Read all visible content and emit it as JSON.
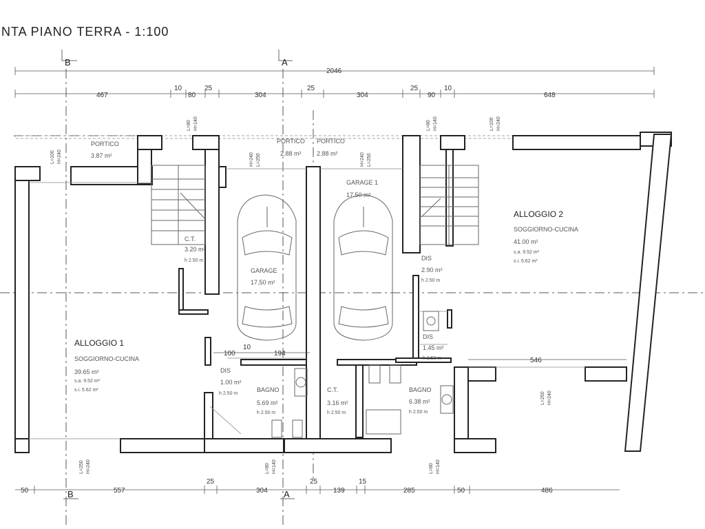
{
  "title": "NTA PIANO TERRA - 1:100",
  "sections": {
    "b": "B",
    "a": "A"
  },
  "dims_top": {
    "total": "2046",
    "d467": "467",
    "d10a": "10",
    "d80": "80",
    "d25a": "25",
    "d304a": "304",
    "d25b": "25",
    "d304b": "304",
    "d25c": "25",
    "d90": "90",
    "d10b": "10",
    "d648": "648"
  },
  "dims_bottom": {
    "d50a": "50",
    "d557": "557",
    "d25a": "25",
    "d304": "304",
    "d25b": "25",
    "d139": "139",
    "d15": "15",
    "d285": "285",
    "d50b": "50",
    "d486": "486"
  },
  "dims_inner": {
    "d100": "100",
    "d10": "10",
    "d194": "194",
    "d546": "546"
  },
  "windows": {
    "w1": [
      "L=80",
      "H=140"
    ],
    "w2": [
      "L=100",
      "H=240"
    ],
    "w3": [
      "L=250",
      "H=240"
    ],
    "w4": [
      "L=250",
      "H=240"
    ],
    "w5": [
      "L=80",
      "H=140"
    ],
    "w6": [
      "L=100",
      "H=240"
    ],
    "w7": [
      "L=250",
      "H=240"
    ],
    "w8": [
      "L=80",
      "H=140"
    ],
    "w9": [
      "L=250",
      "H=240"
    ],
    "w10": [
      "L=80",
      "H=140"
    ]
  },
  "rooms": {
    "portico1": {
      "name": "PORTICO",
      "area": "3.87 m²"
    },
    "portico2": {
      "name": "PORTICO",
      "area": "2.88 m²"
    },
    "portico3": {
      "name": "PORTICO",
      "area": "2.88 m²"
    },
    "garage1": {
      "name": "GARAGE 1",
      "area": "17,50 m²"
    },
    "garage": {
      "name": "GARAGE",
      "area": "17,50 m²"
    },
    "ct1": {
      "name": "C.T.",
      "area": "3.20 m²",
      "h": "h 2.50 m"
    },
    "alloggio1": {
      "name": "ALLOGGIO 1",
      "use": "SOGGIORNO-CUCINA",
      "area": "39.65 m²",
      "sa": "s.a. 9.52 m²",
      "si": "s.i. 5.62 m²"
    },
    "dis1": {
      "name": "DIS",
      "area": "1.00 m²",
      "h": "h 2.50 m"
    },
    "bagno1": {
      "name": "BAGNO",
      "area": "5.69 m²",
      "h": "h 2.50 m"
    },
    "ct2": {
      "name": "C.T.",
      "area": "3.16 m²",
      "h": "h 2.50 m"
    },
    "bagno2": {
      "name": "BAGNO",
      "area": "6.38 m²",
      "h": "h 2.50 m"
    },
    "dis2": {
      "name": "DIS",
      "area": "1.45 m²",
      "h": "h 2.50 m"
    },
    "dis3": {
      "name": "DIS",
      "area": "2.90 m²",
      "h": "h 2.50 m"
    },
    "alloggio2": {
      "name": "ALLOGGIO 2",
      "use": "SOGGIORNO-CUCINA",
      "area": "41.00 m²",
      "sa": "s.a. 9.52 m²",
      "si": "s.i. 5.62 m²"
    }
  }
}
